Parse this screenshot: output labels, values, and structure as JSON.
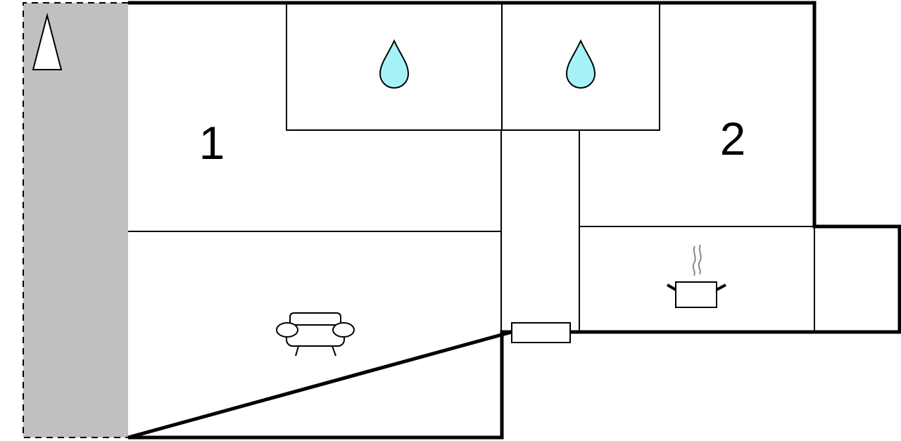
{
  "rooms": [
    {
      "id": "bedroom-1",
      "label": "1"
    },
    {
      "id": "bedroom-2",
      "label": "2"
    }
  ],
  "icons": {
    "bathroom_1": "water-drop-icon",
    "bathroom_2": "water-drop-icon",
    "living_room": "sofa-icon",
    "kitchen": "cooking-pot-icon",
    "entrance": "door-icon",
    "orientation": "north-arrow-icon"
  },
  "colors": {
    "wall": "#000000",
    "terrace_fill": "#c0c0c0",
    "water_fill": "#a5f3f8",
    "steam": "#888888",
    "floor": "#ffffff"
  }
}
